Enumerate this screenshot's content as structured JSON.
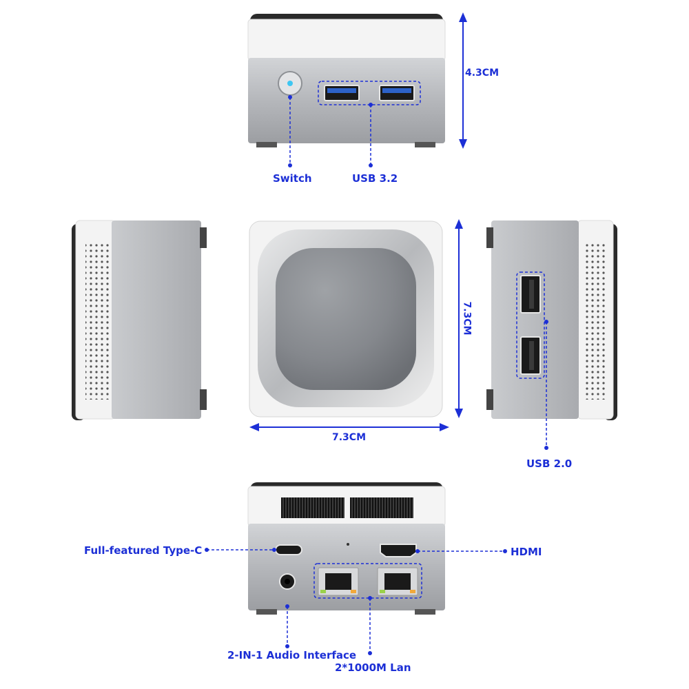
{
  "colors": {
    "accent": "#1c2fd6",
    "metal": "#b4b6ba",
    "white_shell": "#f3f3f3"
  },
  "dimensions": {
    "height": "4.3CM",
    "width": "7.3CM",
    "depth": "7.3CM"
  },
  "labels": {
    "switch": "Switch",
    "usb32": "USB 3.2",
    "usb20": "USB 2.0",
    "typec": "Full-featured Type-C",
    "hdmi": "HDMI",
    "audio": "2-IN-1 Audio Interface",
    "lan": "2*1000M Lan"
  }
}
